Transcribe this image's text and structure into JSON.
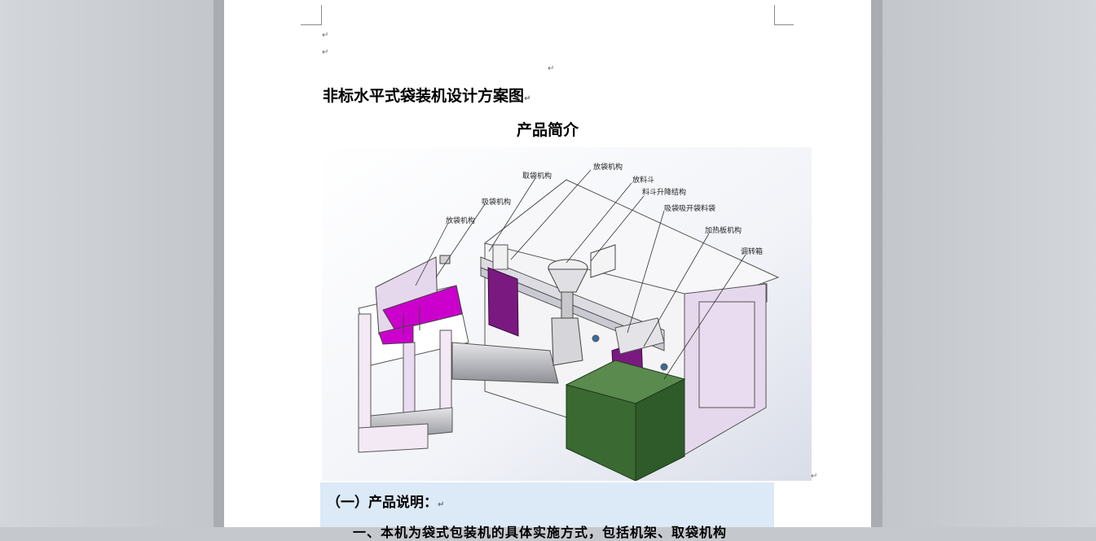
{
  "document": {
    "title": "非标水平式袋装机设计方案图",
    "subtitle": "产品简介",
    "paragraph_mark": "↵",
    "figure": {
      "callouts": [
        "取袋机构",
        "放袋机构",
        "放料斗",
        "料斗升降结构",
        "吸袋吸开袋料袋",
        "加热板机构",
        "调转箱",
        "吸袋机构",
        "放袋机构"
      ]
    },
    "section_heading": "（一）产品说明：",
    "section_body": "一、本机为袋式包装机的具体实施方式，包括机架、取袋机构"
  },
  "colors": {
    "workspace": "#c5c9ce",
    "page": "#ffffff",
    "section_highlight": "#dce9f7",
    "bag_magenta": "#cc00cc",
    "bag_purple": "#7a1a80",
    "bin_green": "#3a6a32",
    "machine_lavender": "#eadcf0"
  }
}
